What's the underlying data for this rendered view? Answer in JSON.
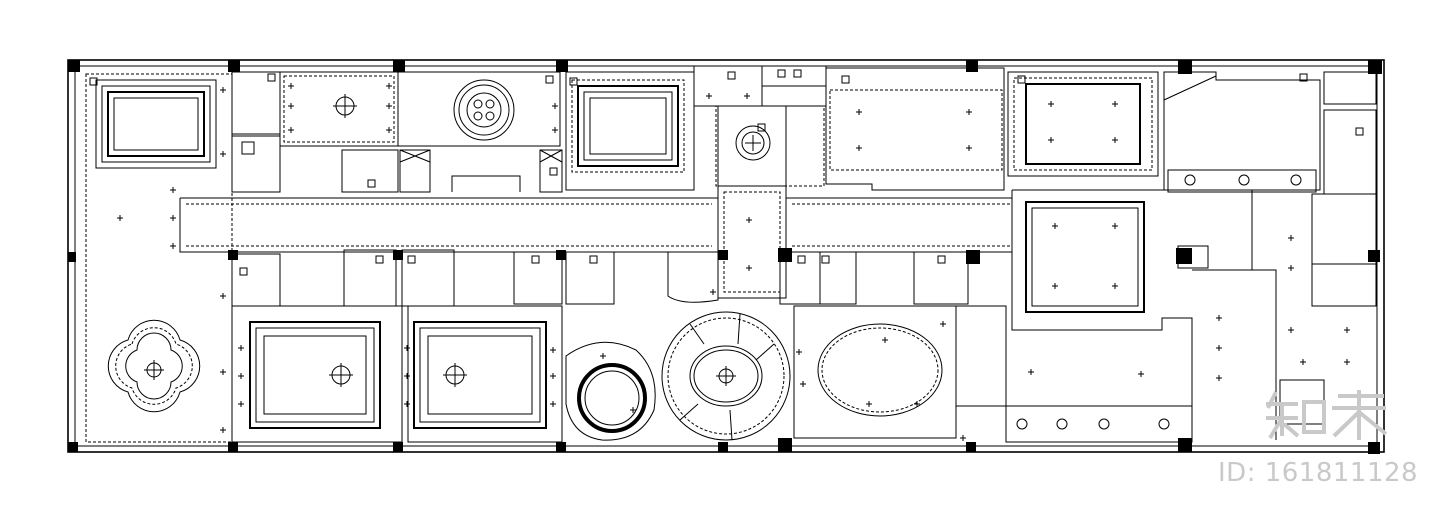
{
  "drawing": {
    "type": "reflected ceiling plan",
    "line_color": "#000000",
    "background": "#ffffff"
  },
  "watermark": {
    "logo_text": "知末",
    "id_text": "ID: 161811128",
    "color": "#c9c9c9"
  }
}
